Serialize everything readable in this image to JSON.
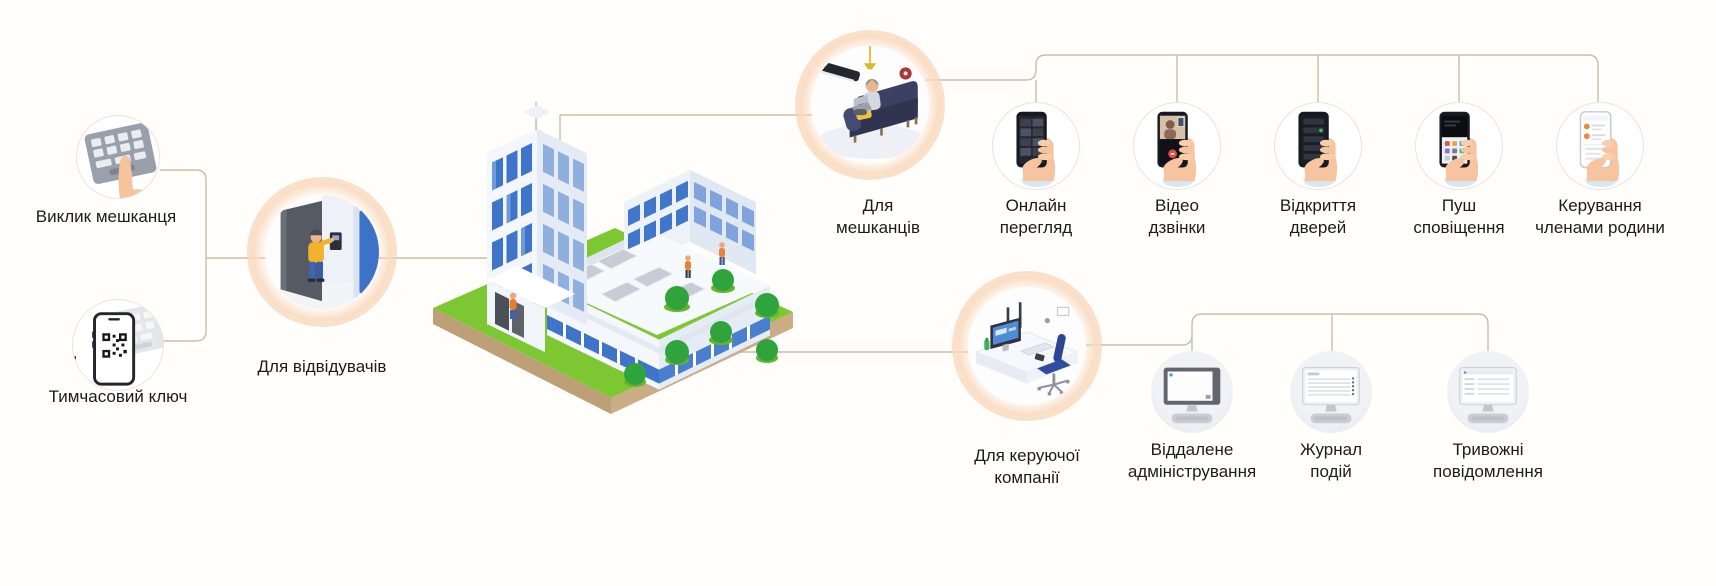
{
  "colors": {
    "connector_line": "#c6c0a8",
    "halo_peach": "#f7ccaa",
    "accent_orange": "#ea7b2e",
    "window_blue": "#3e74c9",
    "grass_green": "#7dc832",
    "text": "#1c1c1c"
  },
  "left_column": {
    "items": [
      {
        "label": "Виклик мешканця",
        "icon": "keypad-finger-icon"
      },
      {
        "label": "Тимчасовий ключ",
        "icon": "qr-code-phone-icon"
      }
    ]
  },
  "visitors": {
    "label": "Для відвідувачів",
    "icon": "visitor-at-intercom-illustration"
  },
  "building": {
    "icon": "apartment-building-illustration"
  },
  "residents": {
    "label": "Для\nмешканців",
    "icon": "resident-on-couch-illustration"
  },
  "resident_features": [
    {
      "label": "Онлайн\nперегляд",
      "icon": "phone-online-view-icon"
    },
    {
      "label": "Відео\nдзвінки",
      "icon": "phone-video-call-icon"
    },
    {
      "label": "Відкриття\nдверей",
      "icon": "phone-door-open-icon"
    },
    {
      "label": "Пуш\nсповіщення",
      "icon": "phone-push-notification-icon"
    },
    {
      "label": "Керування\nчленами родини",
      "icon": "phone-family-management-icon"
    }
  ],
  "management": {
    "label": "Для керуючої\nкомпанії",
    "icon": "operator-desk-illustration"
  },
  "management_features": [
    {
      "label": "Віддалене\nадміністрування",
      "icon": "monitor-remote-admin-icon"
    },
    {
      "label": "Журнал\nподій",
      "icon": "monitor-event-log-icon"
    },
    {
      "label": "Тривожні\nповідомлення",
      "icon": "monitor-alerts-icon"
    }
  ]
}
